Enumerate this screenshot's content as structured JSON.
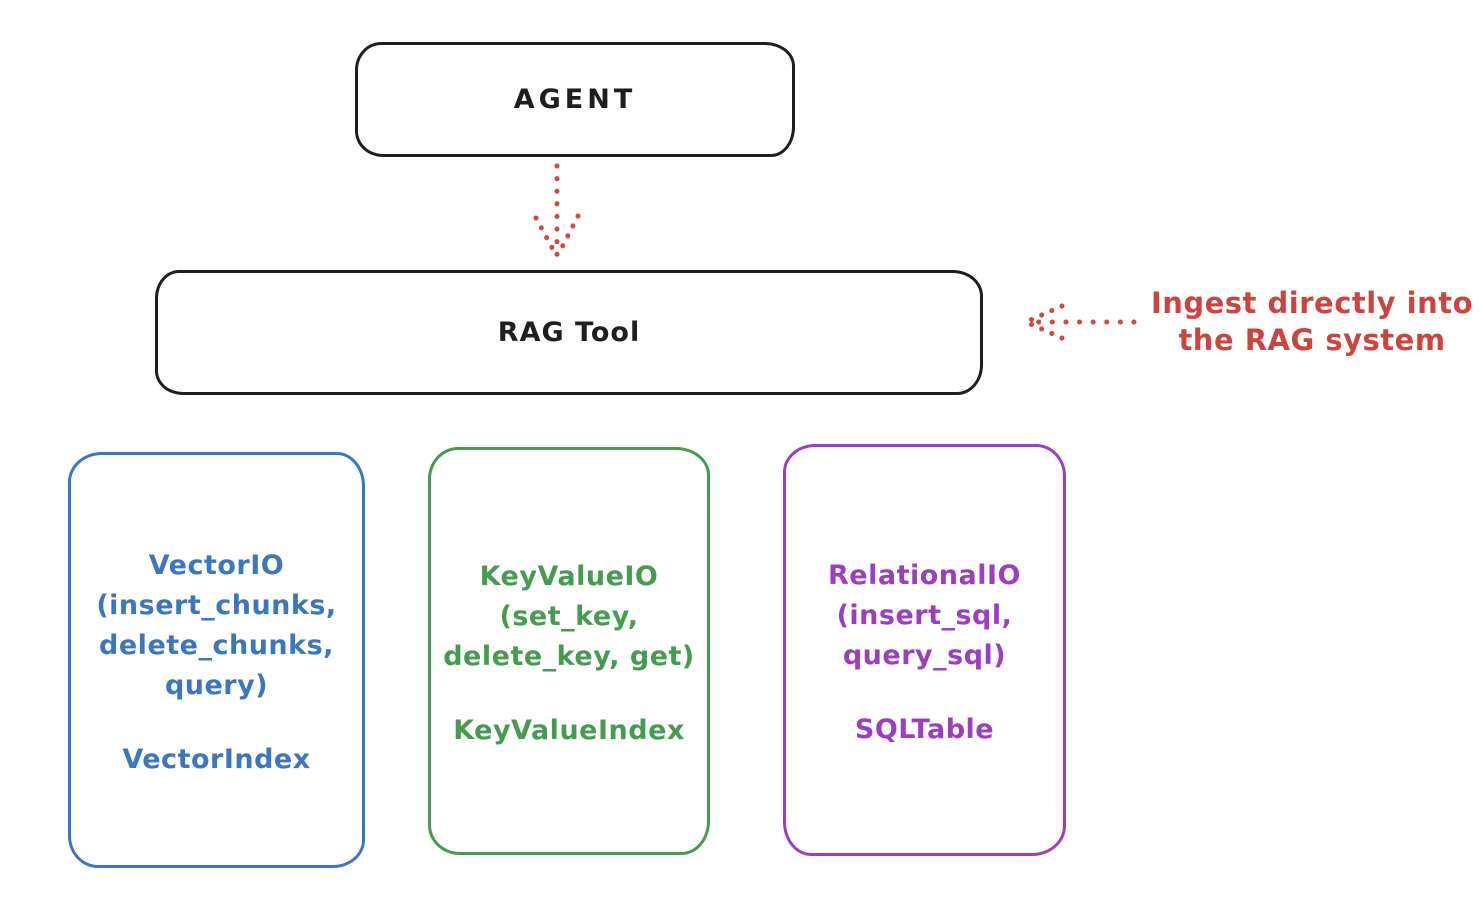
{
  "diagram": {
    "agent": {
      "label": "AGENT"
    },
    "rag_tool": {
      "label": "RAG Tool"
    },
    "annotation": {
      "text": "Ingest directly into\nthe RAG system",
      "color": "#cd443e"
    },
    "io_boxes": [
      {
        "id": "vector-io",
        "color": "#3b76c1",
        "body": "VectorIO\n(insert_chunks,\ndelete_chunks,\nquery)",
        "index_label": "VectorIndex"
      },
      {
        "id": "keyvalue-io",
        "color": "#459c4f",
        "body": "KeyValueIO\n(set_key,\ndelete_key, get)",
        "index_label": "KeyValueIndex"
      },
      {
        "id": "relational-io",
        "color": "#9c3ec1",
        "body": "RelationalIO\n(insert_sql,\nquery_sql)",
        "index_label": "SQLTable"
      }
    ],
    "colors": {
      "outline": "#1e1e1e",
      "arrow": "#d5463c",
      "background": "#ffffff"
    }
  }
}
